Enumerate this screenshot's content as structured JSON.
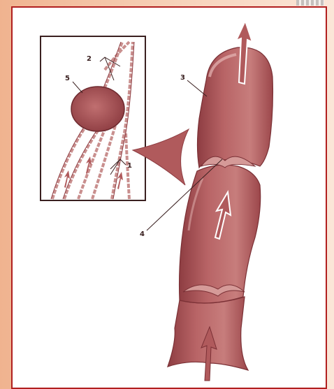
{
  "diagram": {
    "labels": {
      "l1": "1",
      "l2": "2",
      "l3": "3",
      "l4": "4",
      "l5": "5"
    },
    "colors": {
      "frame_border": "#b11f1f",
      "vessel_fill": "#b05a5c",
      "vessel_dark": "#8e3d42",
      "vessel_light": "#d59a98",
      "arrow_outline": "#ffffff",
      "ink": "#3a2020"
    },
    "icons": {
      "flow": "arrow-up-icon",
      "pointer": "triangle-left-icon"
    }
  }
}
